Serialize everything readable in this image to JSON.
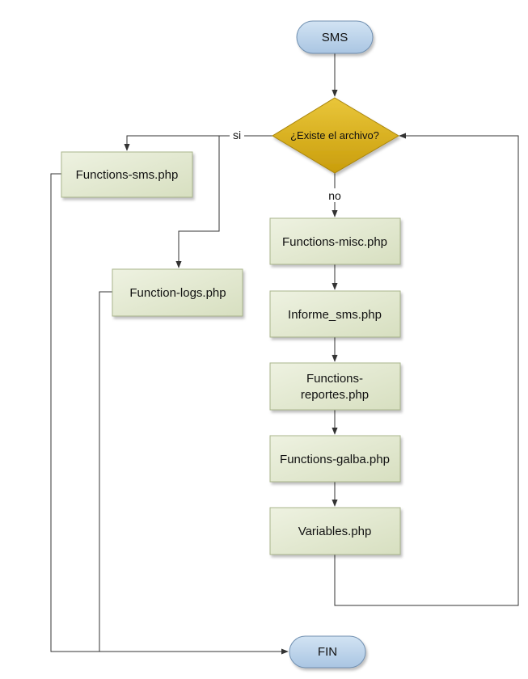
{
  "nodes": {
    "start": "SMS",
    "decision": "¿Existe el archivo?",
    "functions_sms": "Functions-sms.php",
    "function_logs": "Function-logs.php",
    "functions_misc": "Functions-misc.php",
    "informe_sms": "Informe_sms.php",
    "functions_reportes_line1": "Functions-",
    "functions_reportes_line2": "reportes.php",
    "functions_galba": "Functions-galba.php",
    "variables": "Variables.php",
    "end": "FIN"
  },
  "edge_labels": {
    "yes": "si",
    "no": "no"
  },
  "colors": {
    "process_fill": "#e2e9cf",
    "terminal_fill": "#b8d1ea",
    "decision_fill": "#d9b31a",
    "line": "#333333"
  }
}
